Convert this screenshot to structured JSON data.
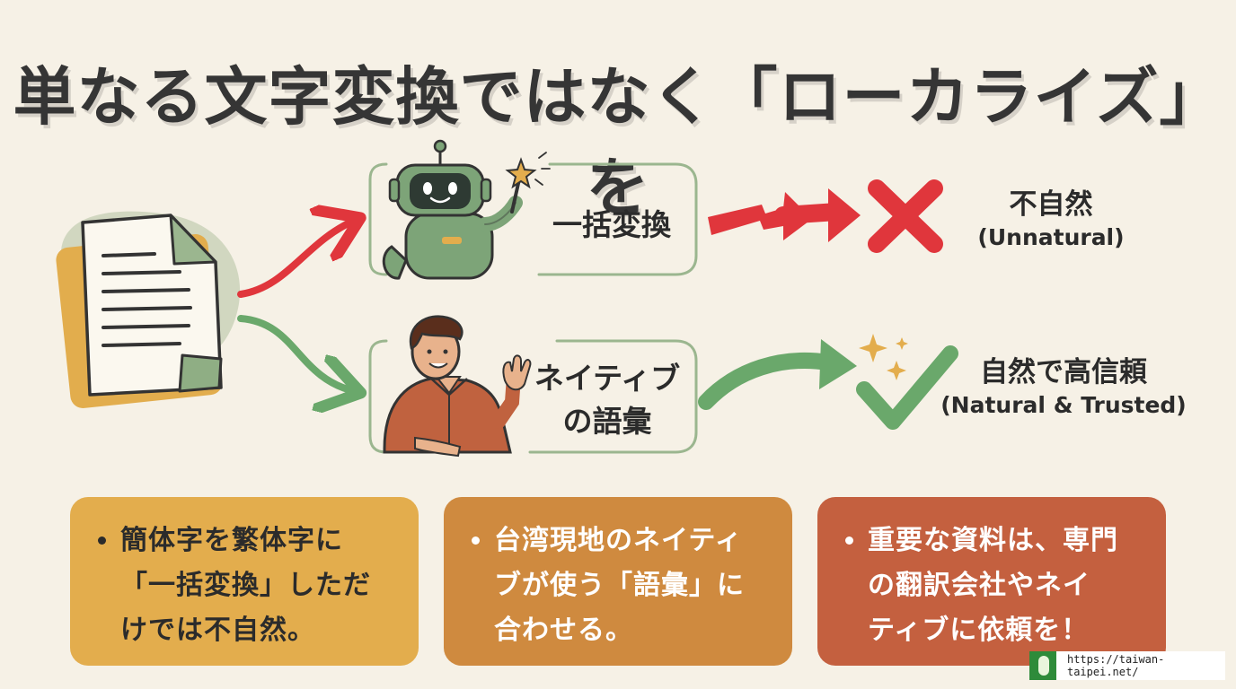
{
  "title": "単なる文字変換ではなく「ローカライズ」を",
  "flow": {
    "top_label": "一括変換",
    "bottom_label_line1": "ネイティブ",
    "bottom_label_line2": "の語彙"
  },
  "results": {
    "bad_jp": "不自然",
    "bad_en": "(Unnatural)",
    "good_jp": "自然で高信頼",
    "good_en": "(Natural & Trusted)"
  },
  "notes": [
    {
      "lines": [
        "簡体字を繁体字に",
        "「一括変換」しただ",
        "けでは不自然。"
      ]
    },
    {
      "lines": [
        "台湾現地のネイティ",
        "ブが使う「語彙」に",
        "合わせる。"
      ]
    },
    {
      "lines": [
        "重要な資料は、専門",
        "の翻訳会社やネイ",
        "ティブに依頼を！"
      ]
    }
  ],
  "credit": {
    "url": "https://taiwan-taipei.net/"
  },
  "colors": {
    "background": "#f6f1e6",
    "red": "#e0363c",
    "green": "#6aa86b",
    "note1": "#e3ad4d",
    "note2": "#cf8a3f",
    "note3": "#c4603f"
  },
  "icons": [
    "document-icon",
    "robot-icon",
    "magic-wand-icon",
    "person-icon",
    "cross-icon",
    "check-icon",
    "sparkle-icon"
  ]
}
